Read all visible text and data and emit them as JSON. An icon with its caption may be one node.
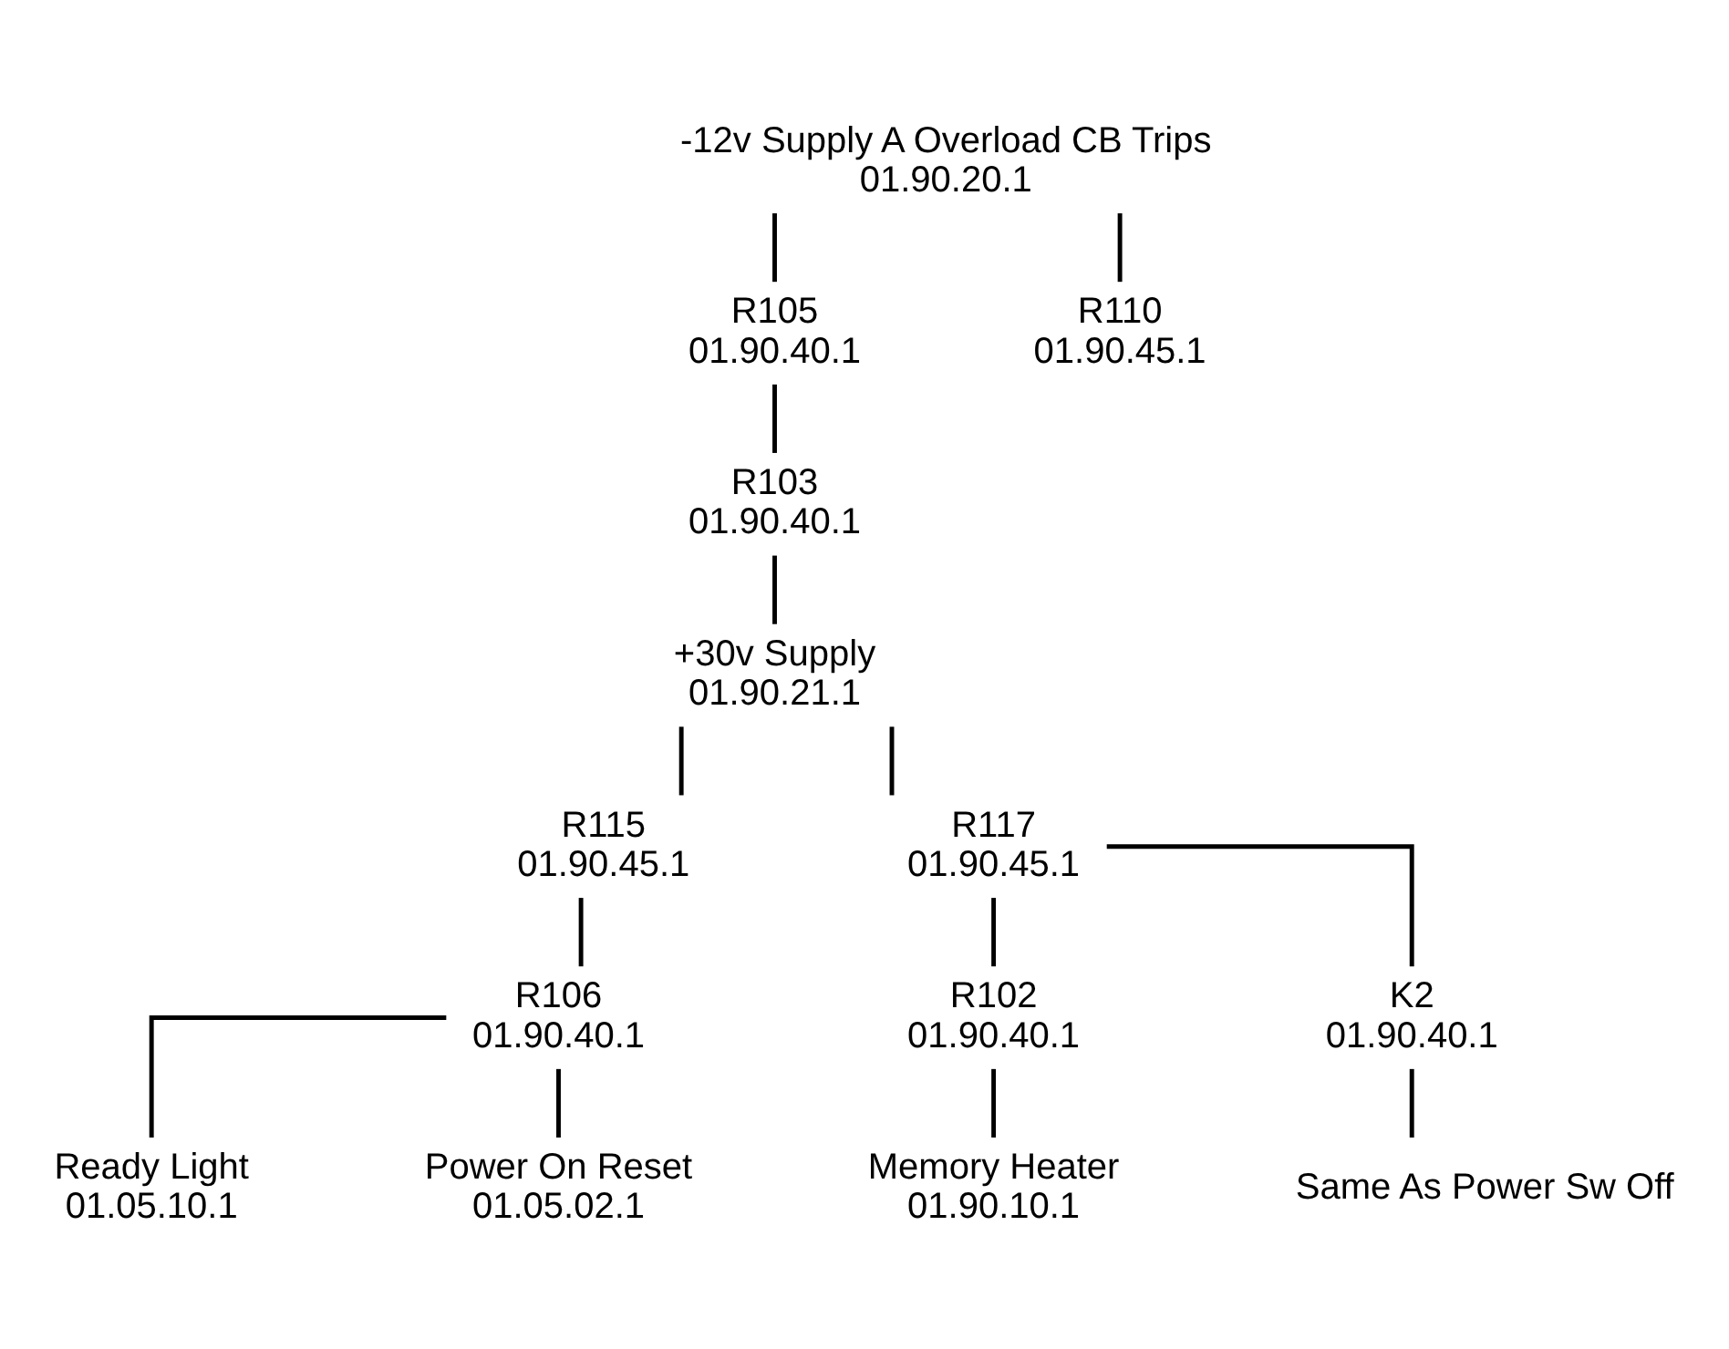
{
  "diagram": {
    "nodes": [
      {
        "text": [
          "-12v Supply A Overload CB Trips",
          "01.90.20.1"
        ]
      },
      {
        "text": [
          "R105",
          "01.90.40.1"
        ]
      },
      {
        "text": [
          "R110",
          "01.90.45.1"
        ]
      },
      {
        "text": [
          "R103",
          "01.90.40.1"
        ]
      },
      {
        "text": [
          "+30v Supply",
          "01.90.21.1"
        ]
      },
      {
        "text": [
          "R115",
          "01.90.45.1"
        ]
      },
      {
        "text": [
          "R117",
          "01.90.45.1"
        ]
      },
      {
        "text": [
          "R106",
          "01.90.40.1"
        ]
      },
      {
        "text": [
          "Ready Light",
          "01.05.10.1"
        ]
      },
      {
        "text": [
          "Power On Reset",
          "01.05.02.1"
        ]
      },
      {
        "text": [
          "R102",
          "01.90.40.1"
        ]
      },
      {
        "text": [
          "K2",
          "01.90.40.1"
        ]
      },
      {
        "text": [
          "Memory Heater",
          "01.90.10.1"
        ]
      },
      {
        "text": [
          "Same As Power Sw Off"
        ]
      }
    ],
    "edges": [
      {
        "from": 0,
        "to": 1,
        "arrow": "none"
      },
      {
        "from": 0,
        "to": 2,
        "arrow": "none"
      },
      {
        "from": 1,
        "to": 3,
        "arrow": "none"
      },
      {
        "from": 3,
        "to": 4,
        "arrow": "none"
      },
      {
        "from": 4,
        "to": 5,
        "arrow": "none"
      },
      {
        "from": 4,
        "to": 6,
        "arrow": "none"
      },
      {
        "from": 5,
        "to": 7,
        "arrow": "none"
      },
      {
        "from": 7,
        "to": 8,
        "arrow": "none"
      },
      {
        "from": 7,
        "to": 9,
        "arrow": "none"
      },
      {
        "from": 6,
        "to": 10,
        "arrow": "none"
      },
      {
        "from": 6,
        "to": 11,
        "arrow": "none"
      },
      {
        "from": 10,
        "to": 12,
        "arrow": "none"
      },
      {
        "from": 11,
        "to": 13,
        "arrow": "none"
      }
    ]
  }
}
